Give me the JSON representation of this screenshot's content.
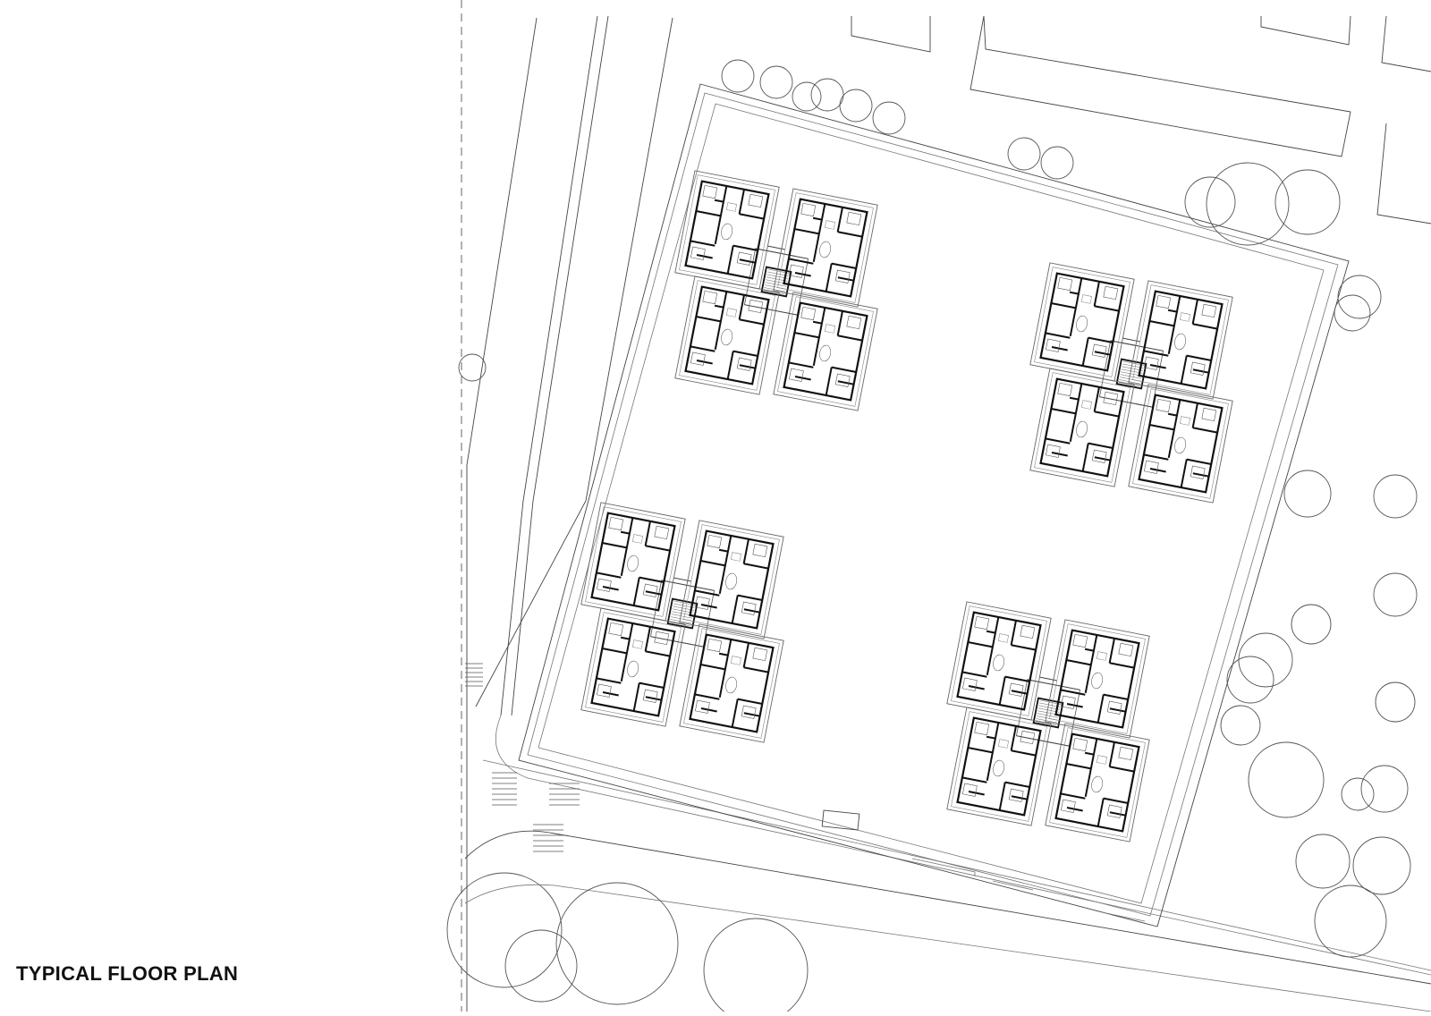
{
  "title": "TYPICAL FLOOR PLAN",
  "colors": {
    "background": "#ffffff",
    "linework": "#444444",
    "walls": "#111111"
  },
  "cluster_count": 4,
  "units_per_cluster": 4
}
